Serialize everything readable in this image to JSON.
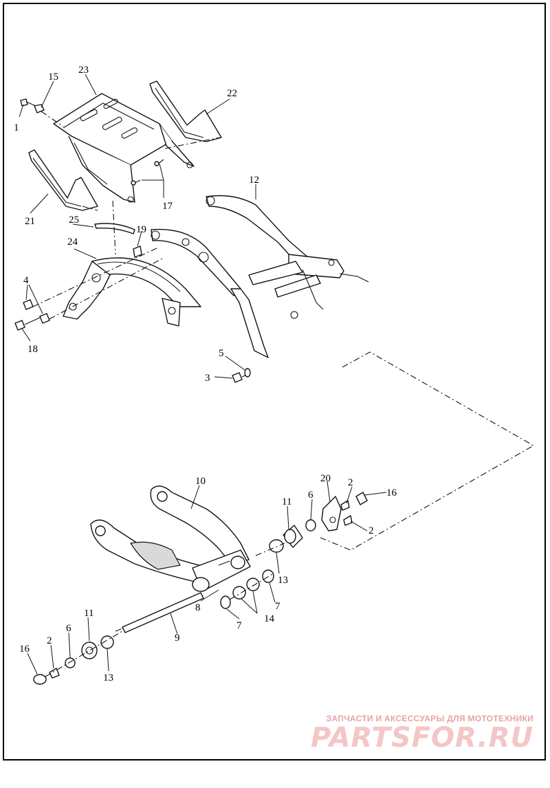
{
  "callouts": {
    "c1": "1",
    "c2a": "2",
    "c2b": "2",
    "c2c": "2",
    "c3": "3",
    "c4": "4",
    "c5": "5",
    "c6a": "6",
    "c6b": "6",
    "c7a": "7",
    "c7b": "7",
    "c8": "8",
    "c9": "9",
    "c10": "10",
    "c11a": "11",
    "c11b": "11",
    "c12": "12",
    "c13a": "13",
    "c13b": "13",
    "c14": "14",
    "c15": "15",
    "c16a": "16",
    "c16b": "16",
    "c17": "17",
    "c18": "18",
    "c19": "19",
    "c20": "20",
    "c21": "21",
    "c22": "22",
    "c23": "23",
    "c24": "24",
    "c25": "25"
  },
  "watermark": {
    "tagline": "ЗАПЧАСТИ И АКСЕССУАРЫ ДЛЯ МОТОТЕХНИКИ",
    "logo": "PARTSFOR.RU"
  },
  "colors": {
    "line": "#111111",
    "background": "#ffffff",
    "watermark": "#f4c6c6"
  }
}
